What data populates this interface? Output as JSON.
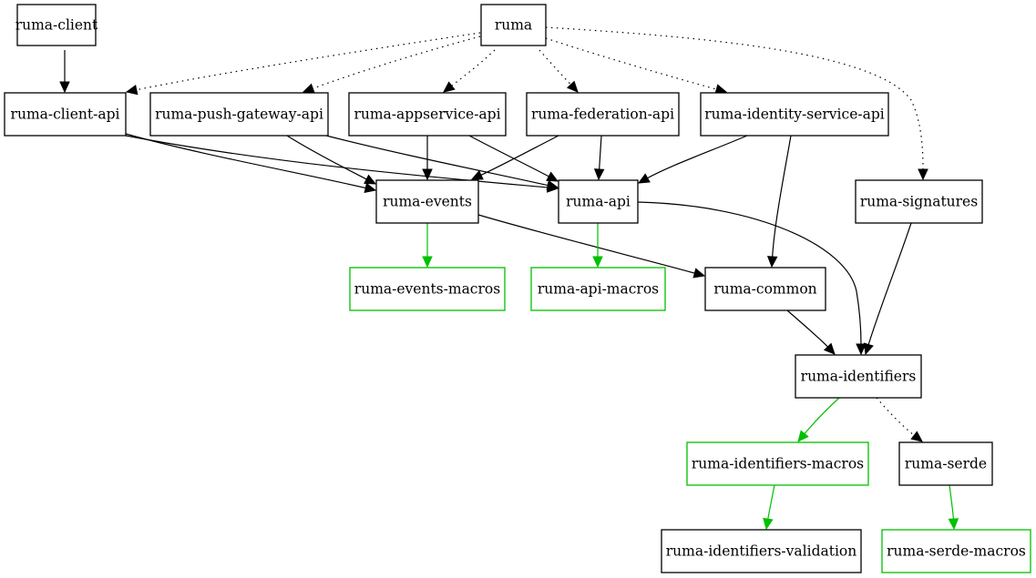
{
  "colors": {
    "normal": "#000000",
    "macro": "#00c000"
  },
  "nodes": [
    {
      "id": "ruma-client",
      "label": "ruma-client",
      "kind": "normal"
    },
    {
      "id": "ruma",
      "label": "ruma",
      "kind": "normal"
    },
    {
      "id": "ruma-client-api",
      "label": "ruma-client-api",
      "kind": "normal"
    },
    {
      "id": "ruma-push-gateway-api",
      "label": "ruma-push-gateway-api",
      "kind": "normal"
    },
    {
      "id": "ruma-appservice-api",
      "label": "ruma-appservice-api",
      "kind": "normal"
    },
    {
      "id": "ruma-federation-api",
      "label": "ruma-federation-api",
      "kind": "normal"
    },
    {
      "id": "ruma-identity-service-api",
      "label": "ruma-identity-service-api",
      "kind": "normal"
    },
    {
      "id": "ruma-events",
      "label": "ruma-events",
      "kind": "normal"
    },
    {
      "id": "ruma-api",
      "label": "ruma-api",
      "kind": "normal"
    },
    {
      "id": "ruma-signatures",
      "label": "ruma-signatures",
      "kind": "normal"
    },
    {
      "id": "ruma-events-macros",
      "label": "ruma-events-macros",
      "kind": "macro"
    },
    {
      "id": "ruma-api-macros",
      "label": "ruma-api-macros",
      "kind": "macro"
    },
    {
      "id": "ruma-common",
      "label": "ruma-common",
      "kind": "normal"
    },
    {
      "id": "ruma-identifiers",
      "label": "ruma-identifiers",
      "kind": "normal"
    },
    {
      "id": "ruma-identifiers-macros",
      "label": "ruma-identifiers-macros",
      "kind": "macro"
    },
    {
      "id": "ruma-serde",
      "label": "ruma-serde",
      "kind": "normal"
    },
    {
      "id": "ruma-identifiers-validation",
      "label": "ruma-identifiers-validation",
      "kind": "normal"
    },
    {
      "id": "ruma-serde-macros",
      "label": "ruma-serde-macros",
      "kind": "macro"
    }
  ],
  "edges": [
    {
      "from": "ruma-client",
      "to": "ruma-client-api",
      "style": "solid",
      "kind": "normal"
    },
    {
      "from": "ruma",
      "to": "ruma-client-api",
      "style": "dotted",
      "kind": "normal"
    },
    {
      "from": "ruma",
      "to": "ruma-push-gateway-api",
      "style": "dotted",
      "kind": "normal"
    },
    {
      "from": "ruma",
      "to": "ruma-appservice-api",
      "style": "dotted",
      "kind": "normal"
    },
    {
      "from": "ruma",
      "to": "ruma-federation-api",
      "style": "dotted",
      "kind": "normal"
    },
    {
      "from": "ruma",
      "to": "ruma-identity-service-api",
      "style": "dotted",
      "kind": "normal"
    },
    {
      "from": "ruma",
      "to": "ruma-signatures",
      "style": "dotted",
      "kind": "normal"
    },
    {
      "from": "ruma-client-api",
      "to": "ruma-events",
      "style": "solid",
      "kind": "normal"
    },
    {
      "from": "ruma-client-api",
      "to": "ruma-api",
      "style": "solid",
      "kind": "normal"
    },
    {
      "from": "ruma-push-gateway-api",
      "to": "ruma-events",
      "style": "solid",
      "kind": "normal"
    },
    {
      "from": "ruma-push-gateway-api",
      "to": "ruma-api",
      "style": "solid",
      "kind": "normal"
    },
    {
      "from": "ruma-appservice-api",
      "to": "ruma-events",
      "style": "solid",
      "kind": "normal"
    },
    {
      "from": "ruma-appservice-api",
      "to": "ruma-api",
      "style": "solid",
      "kind": "normal"
    },
    {
      "from": "ruma-federation-api",
      "to": "ruma-events",
      "style": "solid",
      "kind": "normal"
    },
    {
      "from": "ruma-federation-api",
      "to": "ruma-api",
      "style": "solid",
      "kind": "normal"
    },
    {
      "from": "ruma-identity-service-api",
      "to": "ruma-api",
      "style": "solid",
      "kind": "normal"
    },
    {
      "from": "ruma-identity-service-api",
      "to": "ruma-common",
      "style": "solid",
      "kind": "normal"
    },
    {
      "from": "ruma-events",
      "to": "ruma-events-macros",
      "style": "solid",
      "kind": "macro"
    },
    {
      "from": "ruma-events",
      "to": "ruma-common",
      "style": "solid",
      "kind": "normal"
    },
    {
      "from": "ruma-api",
      "to": "ruma-api-macros",
      "style": "solid",
      "kind": "macro"
    },
    {
      "from": "ruma-api",
      "to": "ruma-identifiers",
      "style": "solid",
      "kind": "normal"
    },
    {
      "from": "ruma-signatures",
      "to": "ruma-identifiers",
      "style": "solid",
      "kind": "normal"
    },
    {
      "from": "ruma-common",
      "to": "ruma-identifiers",
      "style": "solid",
      "kind": "normal"
    },
    {
      "from": "ruma-identifiers",
      "to": "ruma-identifiers-macros",
      "style": "solid",
      "kind": "macro"
    },
    {
      "from": "ruma-identifiers",
      "to": "ruma-serde",
      "style": "dotted",
      "kind": "normal"
    },
    {
      "from": "ruma-identifiers-macros",
      "to": "ruma-identifiers-validation",
      "style": "solid",
      "kind": "macro"
    },
    {
      "from": "ruma-serde",
      "to": "ruma-serde-macros",
      "style": "solid",
      "kind": "macro"
    }
  ]
}
